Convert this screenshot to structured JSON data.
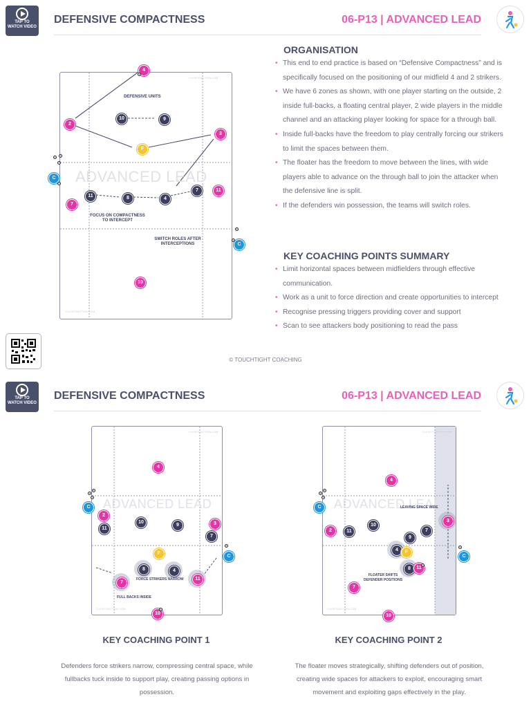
{
  "header": {
    "watch_label_1": "TAP TO",
    "watch_label_2": "WATCH VIDEO",
    "title": "DEFENSIVE COMPACTNESS",
    "code": "06-P13 | ADVANCED LEAD"
  },
  "diagram_main": {
    "watermark": "ADVANCED LEAD",
    "site_text": "CLICKTOACTION.COM",
    "labels": {
      "defensive_units": "DEFENSIVE UNITS",
      "focus_1": "FOCUS ON COMPACTNESS",
      "focus_2": "TO INTERCEPT",
      "switch_1": "SWITCH ROLES AFTER",
      "switch_2": "INTERCEPTIONS"
    },
    "players": {
      "p4": "4",
      "p2": "2",
      "p10": "10",
      "p9": "9",
      "pF": "F",
      "p3": "3",
      "pC1": "C",
      "p11n": "11",
      "p8": "8",
      "p4n": "4",
      "p7n": "7",
      "p11p": "11",
      "p7p": "7",
      "pC2": "C",
      "p10p": "10"
    }
  },
  "organisation": {
    "heading": "ORGANISATION",
    "bullets": [
      "This end to end practice is based on “Defensive Compactness” and is specifically focused on the positioning of our midfield 4 and 2 strikers.",
      "We have 6 zones as shown, with one player starting on the outside, 2 inside full-backs, a floating central player, 2 wide players in the middle channel and an attacking player looking for space for a through ball.",
      "Inside full-backs have the freedom to play centrally forcing our strikers to limit the spaces between them.",
      "The floater has the freedom to move between the lines, with wide players able to advance on the through ball to join the attacker when the defensive line is split.",
      "If the defenders win possession, the teams will switch roles."
    ]
  },
  "key_points": {
    "heading": "KEY COACHING POINTS SUMMARY",
    "bullets": [
      "Limit horizontal spaces between midfielders through effective communication.",
      "Work as a unit to force direction and create opportunities to intercept",
      "Recognise pressing triggers providing cover and support",
      "Scan to see attackers body positioning to read the pass"
    ]
  },
  "copyright": "© TOUCHTIGHT COACHING",
  "diagram_1": {
    "watermark": "ADVANCED LEAD",
    "site_text": "CLICKTOACTION.COM",
    "labels": {
      "force": "FORCE STRIKERS NARROW",
      "fullbacks": "FULL BACKS INSIDE"
    },
    "players": {
      "p4": "4",
      "pC1": "C",
      "p2": "2",
      "p11": "11",
      "p10": "10",
      "p9": "9",
      "p3": "3",
      "p7n": "7",
      "pF": "F",
      "pC2": "C",
      "p8": "8",
      "p4n": "4",
      "p7p": "7",
      "p11p": "11",
      "p10p": "10"
    }
  },
  "diagram_2": {
    "watermark": "ADVANCED LEAD",
    "site_text": "CLICKTOACTION.COM",
    "labels": {
      "leaving": "LEAVING SPACE WIDE",
      "floater_1": "FLOATER SHIFTS",
      "floater_2": "DEFENDER POSITIONS"
    },
    "players": {
      "p4": "4",
      "pC1": "C",
      "p2": "2",
      "p11": "11",
      "p10": "10",
      "p3": "3",
      "p9": "9",
      "p7n": "7",
      "p4n": "4",
      "pF": "F",
      "pC2": "C",
      "p8": "8",
      "p11p": "11",
      "p7p": "7",
      "p10p": "10"
    }
  },
  "kcp1": {
    "heading": "KEY COACHING POINT 1",
    "text": "Defenders force strikers narrow, compressing central space, while fullbacks tuck inside to support play, creating passing options in possession."
  },
  "kcp2": {
    "heading": "KEY COACHING POINT 2",
    "text": "The floater moves strategically, shifting defenders out of position, creating wide spaces for attackers to exploit, encouraging smart movement and exploiting gaps effectively in the play."
  }
}
